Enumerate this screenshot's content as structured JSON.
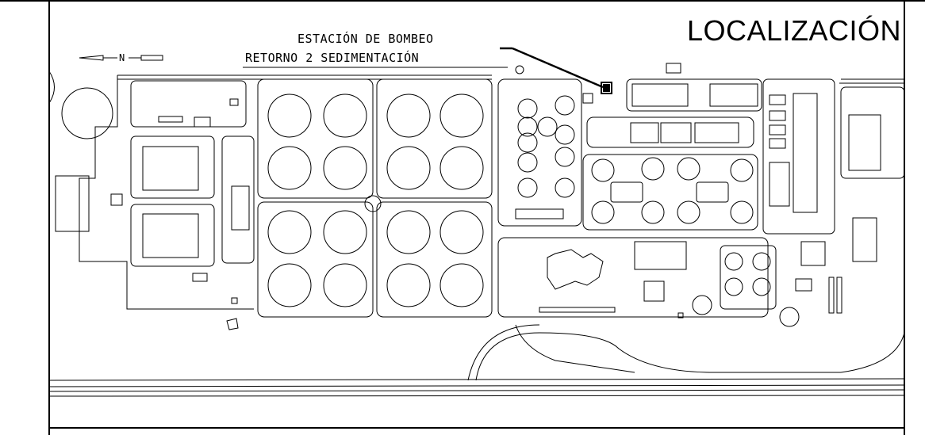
{
  "title": "LOCALIZACIÓN",
  "callout": {
    "line1": "ESTACIÓN DE BOMBEO",
    "line2": "RETORNO 2 SEDIMENTACIÓN"
  },
  "north_arrow": {
    "label": "N"
  },
  "colors": {
    "line": "#000000",
    "highlight": "#000000",
    "background": "#ffffff"
  }
}
